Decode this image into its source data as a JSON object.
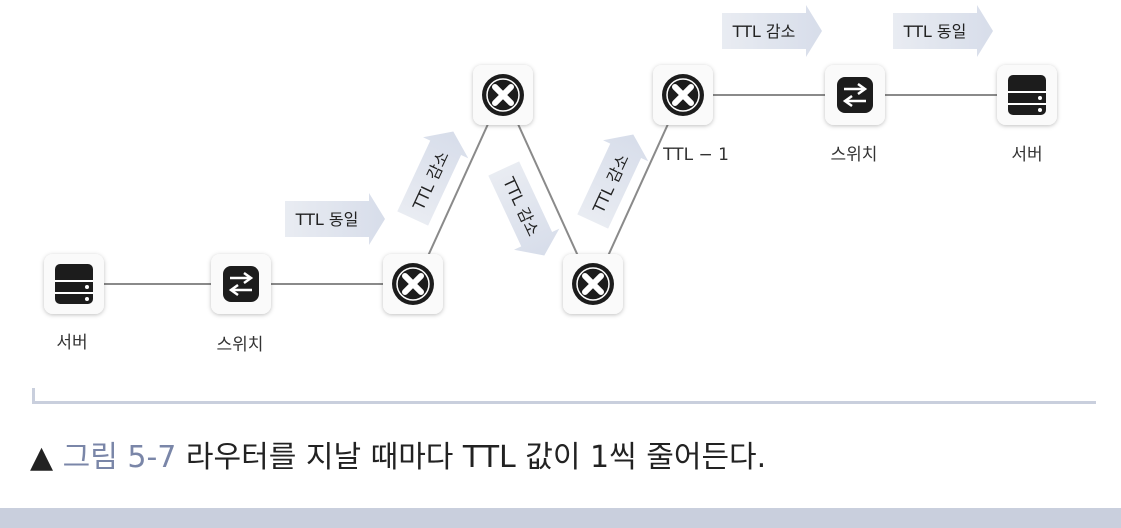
{
  "nodes": {
    "server_left_label": "서버",
    "switch_left_label": "스위치",
    "router4_label": "TTL − 1",
    "switch_right_label": "스위치",
    "server_right_label": "서버"
  },
  "arrows": {
    "a1": "TTL 동일",
    "a2": "TTL 감소",
    "a3": "TTL 감소",
    "a4": "TTL 감소",
    "a5": "TTL 감소",
    "a6": "TTL 동일"
  },
  "caption": {
    "marker": "▲",
    "figure_number": "그림 5-7",
    "text": "라우터를 지날 때마다 TTL 값이 1씩 줄어든다."
  },
  "colors": {
    "arrow_fill": "#dfe4ee",
    "icon_dark": "#1c1c1c",
    "line": "#8a8a8a",
    "rule": "#c9cfdd"
  }
}
